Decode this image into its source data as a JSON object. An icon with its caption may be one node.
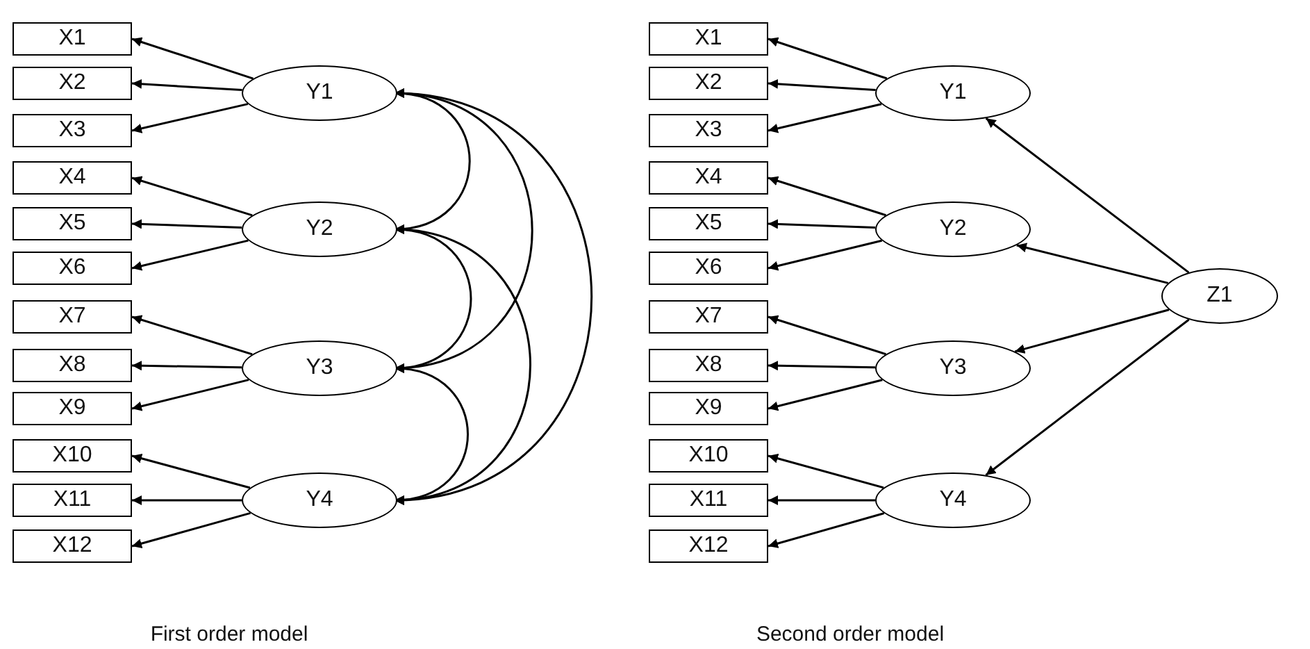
{
  "diagram": {
    "nodes": [
      {
        "text": [
          "X1"
        ]
      },
      {
        "text": [
          "X2"
        ]
      },
      {
        "text": [
          "X3"
        ]
      },
      {
        "text": [
          "X4"
        ]
      },
      {
        "text": [
          "X5"
        ]
      },
      {
        "text": [
          "X6"
        ]
      },
      {
        "text": [
          "X7"
        ]
      },
      {
        "text": [
          "X8"
        ]
      },
      {
        "text": [
          "X9"
        ]
      },
      {
        "text": [
          "X10"
        ]
      },
      {
        "text": [
          "X11"
        ]
      },
      {
        "text": [
          "X12"
        ]
      },
      {
        "text": [
          "Y1"
        ]
      },
      {
        "text": [
          "Y2"
        ]
      },
      {
        "text": [
          "Y3"
        ]
      },
      {
        "text": [
          "Y4"
        ]
      },
      {
        "text": [
          "X1"
        ]
      },
      {
        "text": [
          "X2"
        ]
      },
      {
        "text": [
          "X3"
        ]
      },
      {
        "text": [
          "X4"
        ]
      },
      {
        "text": [
          "X5"
        ]
      },
      {
        "text": [
          "X6"
        ]
      },
      {
        "text": [
          "X7"
        ]
      },
      {
        "text": [
          "X8"
        ]
      },
      {
        "text": [
          "X9"
        ]
      },
      {
        "text": [
          "X10"
        ]
      },
      {
        "text": [
          "X11"
        ]
      },
      {
        "text": [
          "X12"
        ]
      },
      {
        "text": [
          "Y1"
        ]
      },
      {
        "text": [
          "Y2"
        ]
      },
      {
        "text": [
          "Y3"
        ]
      },
      {
        "text": [
          "Y4"
        ]
      },
      {
        "text": [
          "Z1"
        ]
      }
    ],
    "edges": [
      {
        "from": 12,
        "to": 0,
        "arrow": "to"
      },
      {
        "from": 12,
        "to": 1,
        "arrow": "to"
      },
      {
        "from": 12,
        "to": 2,
        "arrow": "to"
      },
      {
        "from": 13,
        "to": 3,
        "arrow": "to"
      },
      {
        "from": 13,
        "to": 4,
        "arrow": "to"
      },
      {
        "from": 13,
        "to": 5,
        "arrow": "to"
      },
      {
        "from": 14,
        "to": 6,
        "arrow": "to"
      },
      {
        "from": 14,
        "to": 7,
        "arrow": "to"
      },
      {
        "from": 14,
        "to": 8,
        "arrow": "to"
      },
      {
        "from": 15,
        "to": 9,
        "arrow": "to"
      },
      {
        "from": 15,
        "to": 10,
        "arrow": "to"
      },
      {
        "from": 15,
        "to": 11,
        "arrow": "to"
      },
      {
        "from": 12,
        "to": 13,
        "arrow": "both"
      },
      {
        "from": 12,
        "to": 14,
        "arrow": "both"
      },
      {
        "from": 12,
        "to": 15,
        "arrow": "both"
      },
      {
        "from": 13,
        "to": 14,
        "arrow": "both"
      },
      {
        "from": 13,
        "to": 15,
        "arrow": "both"
      },
      {
        "from": 14,
        "to": 15,
        "arrow": "both"
      },
      {
        "from": 28,
        "to": 16,
        "arrow": "to"
      },
      {
        "from": 28,
        "to": 17,
        "arrow": "to"
      },
      {
        "from": 28,
        "to": 18,
        "arrow": "to"
      },
      {
        "from": 29,
        "to": 19,
        "arrow": "to"
      },
      {
        "from": 29,
        "to": 20,
        "arrow": "to"
      },
      {
        "from": 29,
        "to": 21,
        "arrow": "to"
      },
      {
        "from": 30,
        "to": 22,
        "arrow": "to"
      },
      {
        "from": 30,
        "to": 23,
        "arrow": "to"
      },
      {
        "from": 30,
        "to": 24,
        "arrow": "to"
      },
      {
        "from": 31,
        "to": 25,
        "arrow": "to"
      },
      {
        "from": 31,
        "to": 26,
        "arrow": "to"
      },
      {
        "from": 31,
        "to": 27,
        "arrow": "to"
      },
      {
        "from": 32,
        "to": 28,
        "arrow": "to"
      },
      {
        "from": 32,
        "to": 29,
        "arrow": "to"
      },
      {
        "from": 32,
        "to": 30,
        "arrow": "to"
      },
      {
        "from": 32,
        "to": 31,
        "arrow": "to"
      }
    ],
    "labels": [
      "First order model",
      "Second order model"
    ]
  }
}
